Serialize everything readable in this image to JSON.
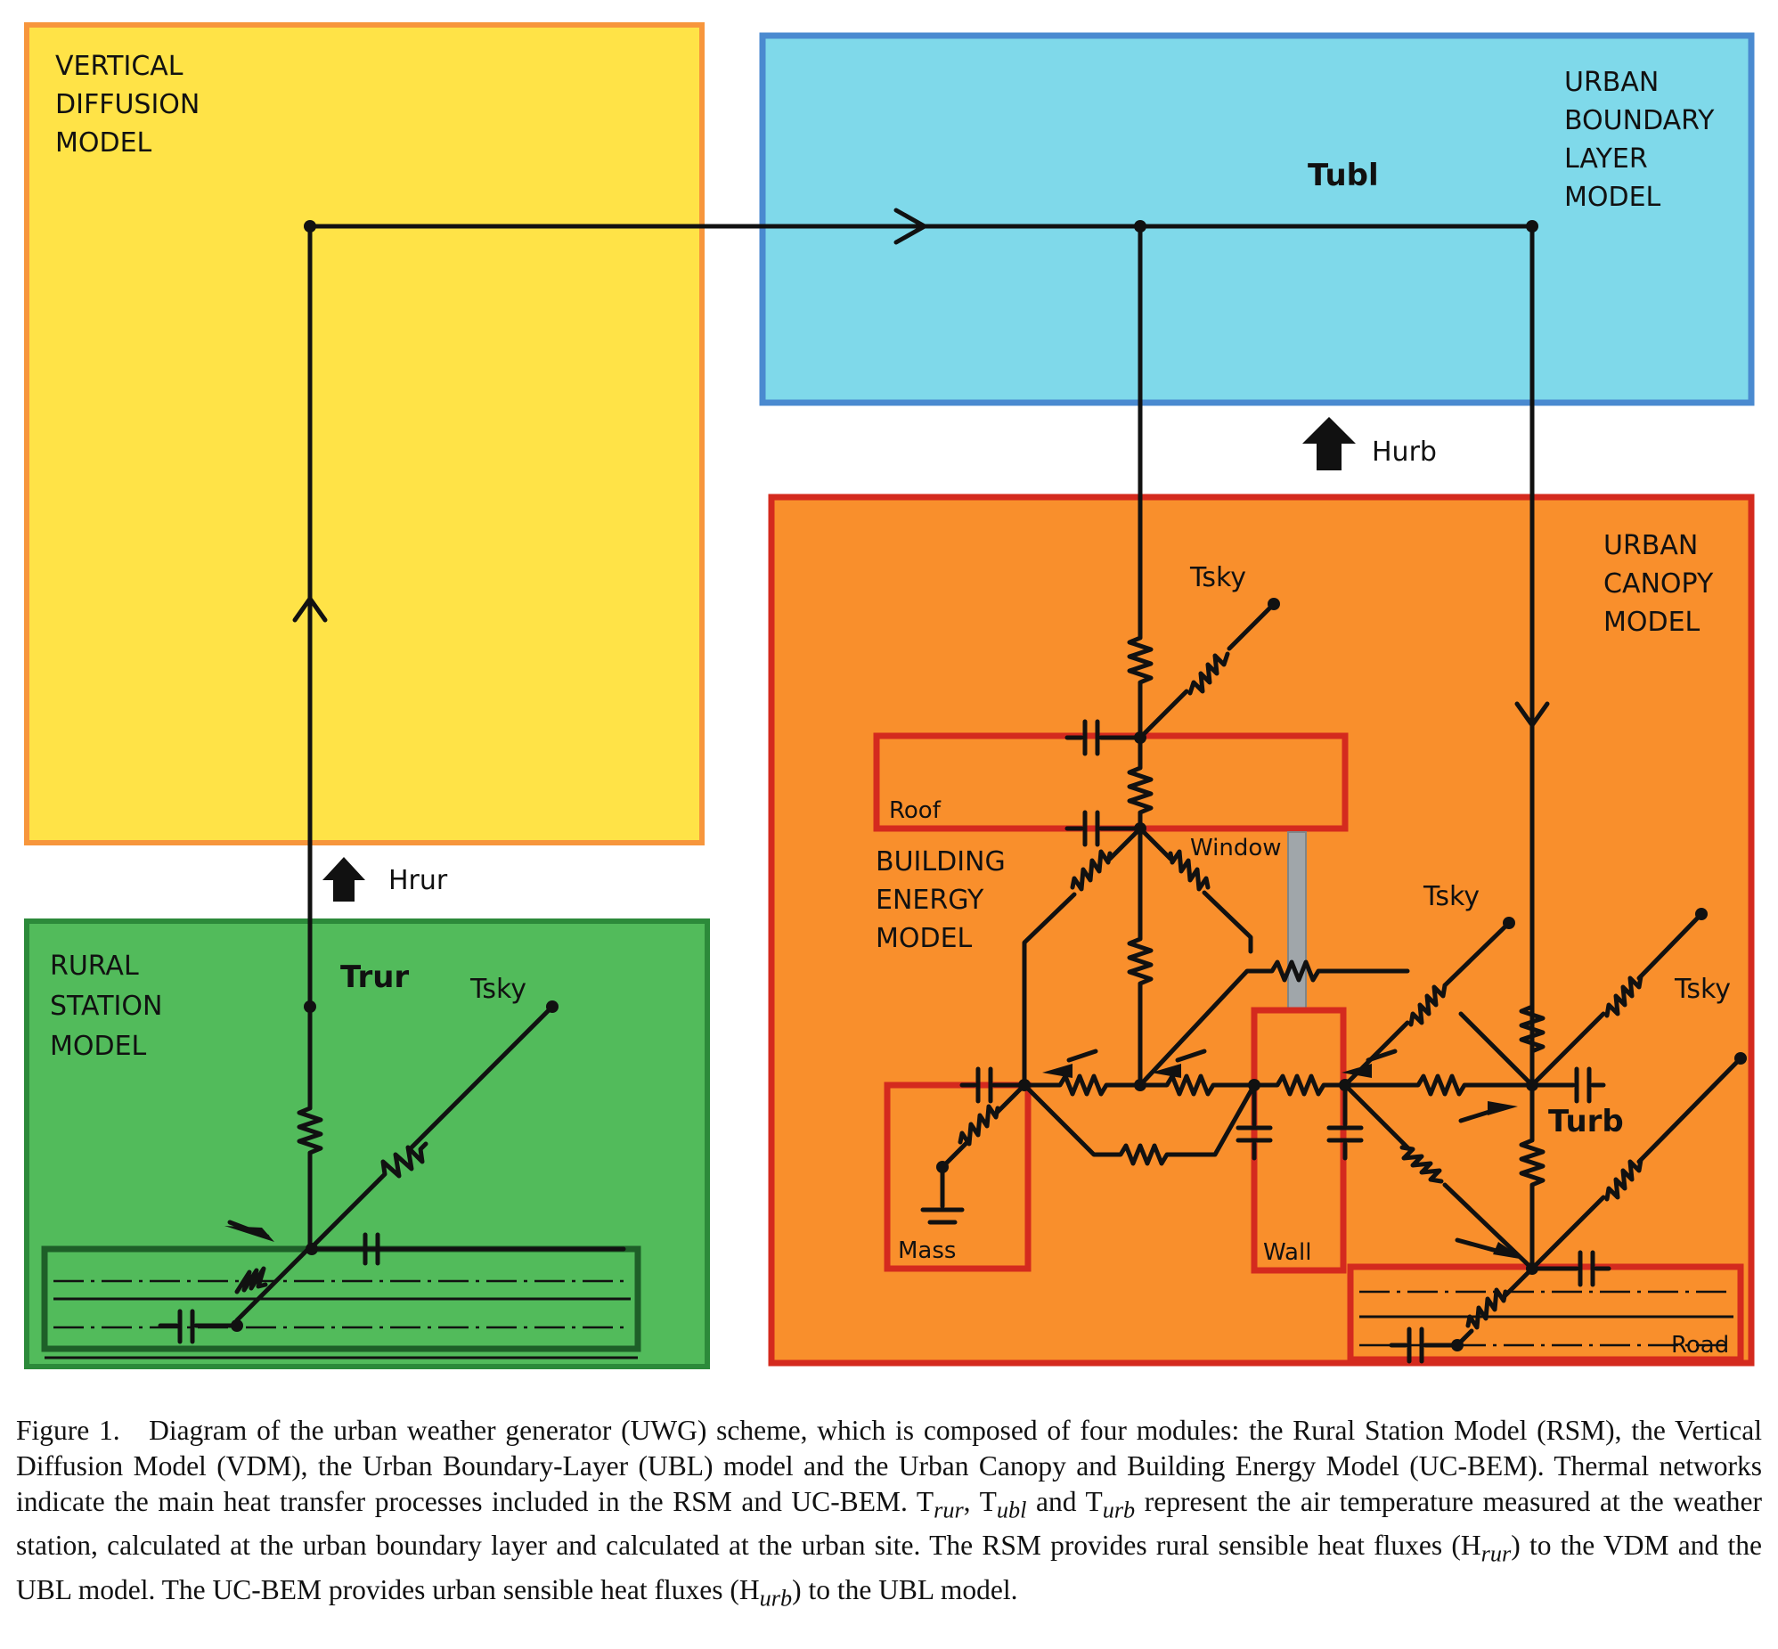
{
  "modules": {
    "vdm": [
      "VERTICAL",
      "DIFFUSION",
      "MODEL"
    ],
    "ubl": [
      "URBAN",
      "BOUNDARY",
      "LAYER",
      "MODEL"
    ],
    "rsm": [
      "RURAL",
      "STATION",
      "MODEL"
    ],
    "ucm": [
      "URBAN",
      "CANOPY",
      "MODEL"
    ],
    "bem": [
      "BUILDING",
      "ENERGY",
      "MODEL"
    ]
  },
  "labels": {
    "tubl": "Tubl",
    "trur": "Trur",
    "turb": "Turb",
    "tsky": "Tsky",
    "hrur": "Hrur",
    "hurb": "Hurb",
    "roof": "Roof",
    "window": "Window",
    "mass": "Mass",
    "wall": "Wall",
    "road": "Road"
  },
  "colors": {
    "vdm_fill": "#ffe347",
    "vdm_border": "#f7963c",
    "ubl_fill": "#7fd9ea",
    "ubl_border": "#4a8ad0",
    "rsm_fill": "#52bb5b",
    "rsm_border": "#2c8a3a",
    "ucm_fill": "#f98f2c",
    "ucm_border": "#d42a1e",
    "window_glass": "#a0a6aa"
  },
  "caption": {
    "prefix": "Figure 1.",
    "line1": "Diagram of the urban weather generator (UWG) scheme, which is composed of four modules: the Rural Station Model (RSM), the Vertical Diffusion Model (VDM), the Urban Boundary-Layer (UBL) model and the Urban Canopy and Building Energy Model (UC-BEM). Thermal networks indicate the main heat transfer processes included in the RSM and UC-BEM.",
    "t": "T",
    "rur": "rur",
    "ubl": "ubl",
    "urb": "urb",
    "c1": ", ",
    "c2": " and ",
    "c3": " represent the air temperature measured at the weather station, calculated at the urban boundary layer and calculated at the urban site. The RSM provides rural sensible heat fluxes (",
    "h": "H",
    "c4": ") to the VDM and the UBL model. The UC-BEM provides urban sensible heat fluxes (",
    "c5": ") to the UBL model."
  }
}
